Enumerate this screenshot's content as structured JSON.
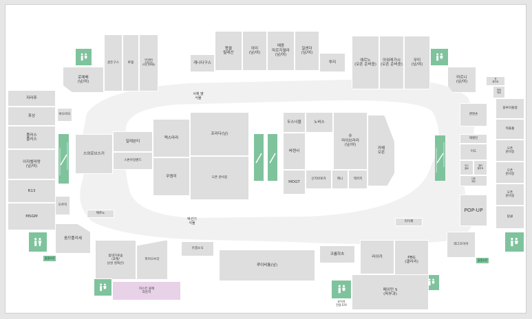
{
  "colors": {
    "store": "#dedede",
    "corridor": "#f1f1f1",
    "facility": "#7fc39d",
    "lounge": "#e8d2e8",
    "text": "#3a3a3a"
  },
  "icons": {
    "restroom": "restroom-icon",
    "escalator": "escalator-icon"
  },
  "stores": {
    "jaju": "자라후",
    "hwesang": "휴상",
    "plusplus": "플러스\n플러스",
    "ijaemong": "이자벨마랑\n(남/여)",
    "r13": "R13",
    "msgm": "MSGM",
    "bayobeo": "바오바오",
    "ohroeji": "오르지",
    "ompoli": "옴므플리세",
    "loewe": "로에베\n(남/여)",
    "golden": "골든구스",
    "toteme": "토템",
    "small1": "아더에러\n스튜디오\n(오픈 준비중)",
    "sanidaguseu": "캐나다구스",
    "moncler": "몽클\n릴레산",
    "ami": "아미\n(남/여)",
    "maison": "메종\n마르지엘라\n(남/여)",
    "jilsander": "질샌더\n(남/여)",
    "toryi": "투리",
    "aeronoa": "애르노\n(오픈 준비중)",
    "ajuiregasi": "아위레가시\n(오픈 준비중)",
    "mumi": "무미\n(남/여)",
    "maroeni": "마르니\n(남/여)",
    "right_s1": "퀸\n화이트",
    "right_s2": "파워\n백터",
    "sebveshon": "서제 병\n식물",
    "swarovski": "스와로브스키",
    "ilmaebenti": "일레븐티",
    "stonebox": "스톤아일랜드",
    "maxmara": "맥스마라",
    "musmu": "무엠미",
    "prada": "프라다(남)",
    "opening": "오픈 준비중",
    "dusunatuhl": "두스너블",
    "noviseu": "노비스",
    "barenseo": "바렌서",
    "sue": "슈\n라이브러리\n(남/여)",
    "cafe": "카페\n오픈",
    "mdgt": "MDGT",
    "sinjimaroka": "신지마로카",
    "jenny": "제니",
    "mekaji": "맥카지",
    "maenjuiseu": "맨엔손",
    "haeseo": "해절턴",
    "ideo": "이도",
    "small2": "이스\n클로",
    "small3": "헬리\n올리브",
    "small4": "다운\n재킷",
    "wiphole": "위플홀",
    "open1": "오픈\n준비중",
    "open2": "오픈\n준비중",
    "open3": "오픈\n준비중",
    "toop": "탑클",
    "blueloom": "블루미플렘",
    "popup": "POP-UP",
    "maeronu": "메르노",
    "bakseo": "박선기\n식물",
    "riorie": "리이제",
    "taegeumaieo": "태그호이어",
    "bomdaegaroon": "봄대가로숲\n(포켓/\n남성 컬렉션)",
    "piemeobasa": "피어오브갓",
    "yumyeonseo": "유엠소식",
    "louisvuitton": "루이비통(남)",
    "crumhaus": "크롬하츠",
    "raika": "라이카",
    "pbg": "PBG\n(갤러리)",
    "maeimyeon": "메이민 S\n(피부과)",
    "lounge": "지스킨 블랙\n라운지"
  },
  "labels": {
    "elevator": "유아차\n전용 E/V",
    "tag1": "물품보관",
    "tag2": "물품보관"
  }
}
